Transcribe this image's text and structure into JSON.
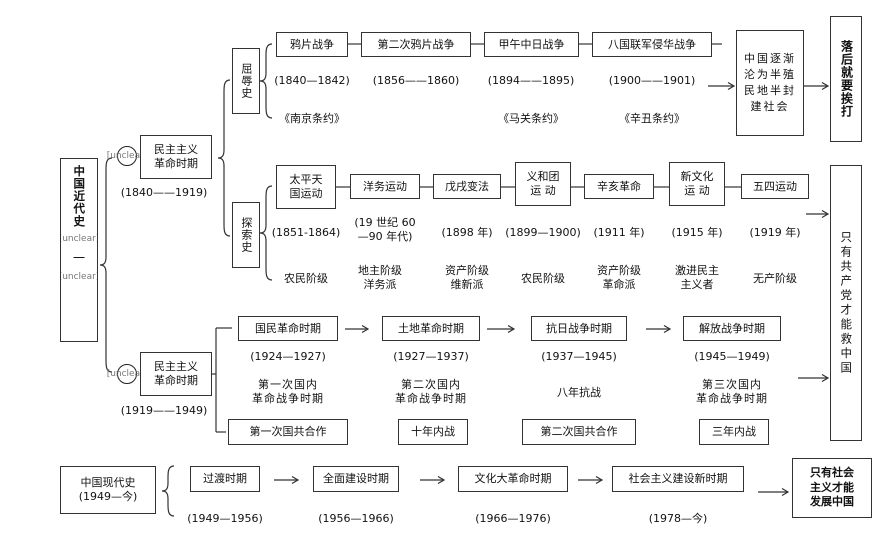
{
  "modern_history": {
    "title": "中国近代史",
    "period_rows": [
      "[unclear]",
      "一",
      "[unclear]"
    ],
    "period1": {
      "marker": "[unclear]",
      "title": "民主主义\n革命时期",
      "dates": "(1840——1919)",
      "humiliation": {
        "label": "屈辱史",
        "events": [
          "鸦片战争",
          "第二次鸦片战争",
          "甲午中日战争",
          "八国联军侵华战争"
        ],
        "dates": [
          "(1840—1842)",
          "(1856——1860)",
          "(1894——1895)",
          "(1900——1901)"
        ],
        "treaties": [
          "《南京条约》",
          "《马关条约》",
          "《辛丑条约》"
        ],
        "result": "中国逐渐沦为半殖民地半封建社会",
        "conclusion": "落后就要挨打"
      },
      "exploration": {
        "label": "探索史",
        "events": [
          "太平天\n国运动",
          "洋务运动",
          "戊戌变法",
          "义和团\n运  动",
          "辛亥革命",
          "新文化\n运  动",
          "五四运动"
        ],
        "dates": [
          "(1851-1864)",
          "(19 世纪 60\n—90 年代)",
          "(1898 年)",
          "(1899—1900)",
          "(1911 年)",
          "(1915 年)",
          "(1919 年)"
        ],
        "classes": [
          "农民阶级",
          "地主阶级\n洋务派",
          "资产阶级\n维新派",
          "农民阶级",
          "资产阶级\n革命派",
          "激进民主\n主义者",
          "无产阶级"
        ]
      }
    },
    "period2": {
      "marker": "[unclear]",
      "title": "民主主义\n革命时期",
      "dates": "(1919——1949)",
      "periods": [
        "国民革命时期",
        "土地革命时期",
        "抗日战争时期",
        "解放战争时期"
      ],
      "period_dates": [
        "(1924—1927)",
        "(1927—1937)",
        "(1937—1945)",
        "(1945—1949)"
      ],
      "wars": [
        "第一次国内\n革命战争时期",
        "第二次国内\n革命战争时期",
        "八年抗战",
        "第三次国内\n革命战争时期"
      ],
      "bottom": [
        "第一次国共合作",
        "十年内战",
        "第二次国共合作",
        "三年内战"
      ]
    },
    "conclusion": "只有共产党才能救中国"
  },
  "contemporary_history": {
    "title": "中国现代史\n(1949—今)",
    "periods": [
      "过渡时期",
      "全面建设时期",
      "文化大革命时期",
      "社会主义建设新时期"
    ],
    "dates": [
      "(1949—1956)",
      "(1956—1966)",
      "(1966—1976)",
      "(1978—今)"
    ],
    "conclusion": "只有社会\n主义才能\n发展中国"
  }
}
